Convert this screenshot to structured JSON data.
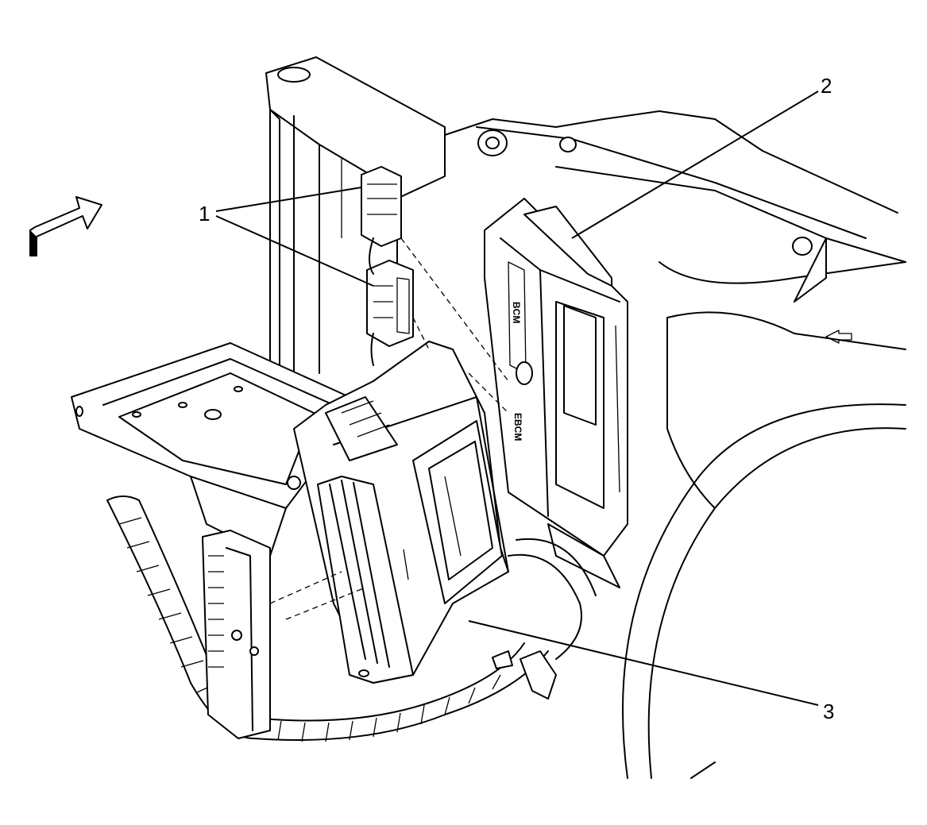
{
  "callouts": [
    {
      "id": "1",
      "label": "1"
    },
    {
      "id": "2",
      "label": "2"
    },
    {
      "id": "3",
      "label": "3"
    }
  ],
  "module_lettering": [
    "BCM",
    "EBCM"
  ]
}
